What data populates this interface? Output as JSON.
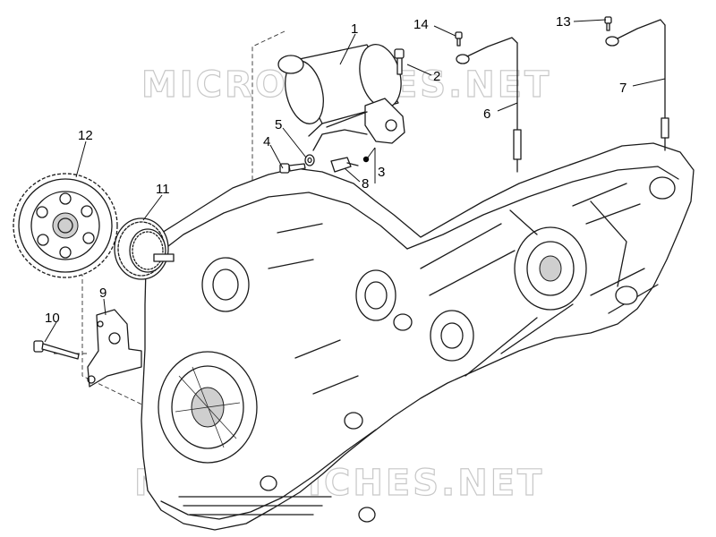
{
  "watermark": "MICROFICHES.NET",
  "callouts": [
    {
      "id": "1",
      "label": "1"
    },
    {
      "id": "2",
      "label": "2"
    },
    {
      "id": "3",
      "label": "3"
    },
    {
      "id": "4",
      "label": "4"
    },
    {
      "id": "5",
      "label": "5"
    },
    {
      "id": "6",
      "label": "6"
    },
    {
      "id": "7",
      "label": "7"
    },
    {
      "id": "8",
      "label": "8"
    },
    {
      "id": "9",
      "label": "9"
    },
    {
      "id": "10",
      "label": "10"
    },
    {
      "id": "11",
      "label": "11"
    },
    {
      "id": "12",
      "label": "12"
    },
    {
      "id": "13",
      "label": "13"
    },
    {
      "id": "14",
      "label": "14"
    }
  ]
}
